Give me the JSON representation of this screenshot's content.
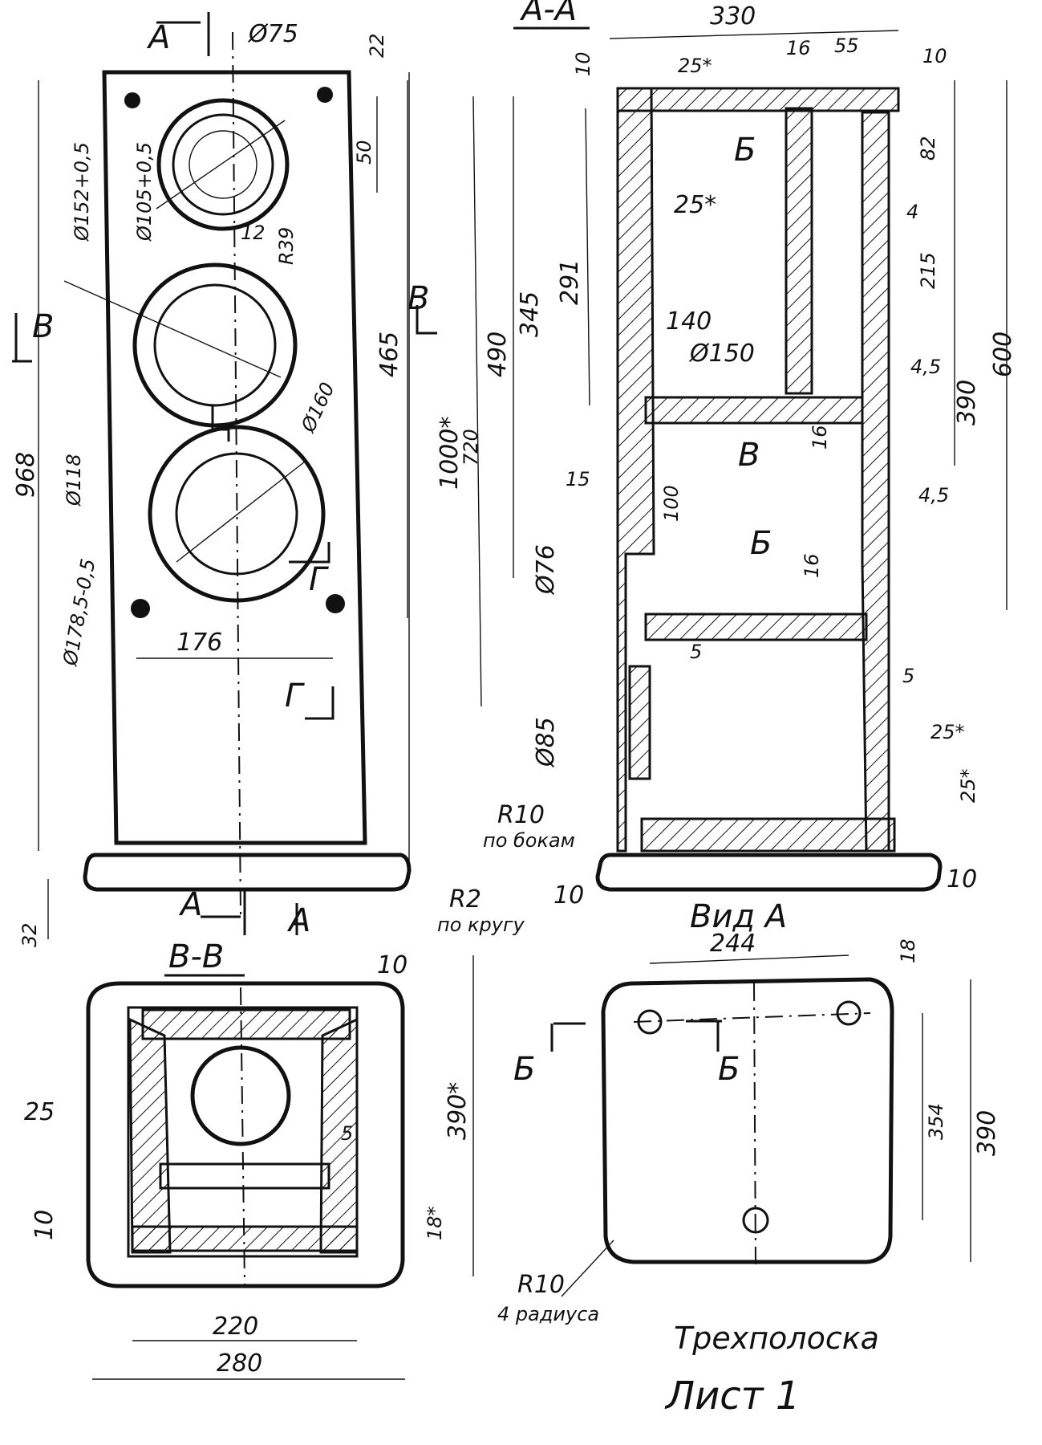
{
  "section_titles": {
    "section_aa": "А-А",
    "view_a_arrow": "А",
    "section_vv": "В-В",
    "view_a": "Вид А"
  },
  "cut_letters": {
    "a": "А",
    "b_cyr": "Б",
    "v": "В",
    "g": "Г"
  },
  "front_view": {
    "dims": [
      "Ø75",
      "22",
      "50",
      "Ø152+0,5",
      "Ø105+0,5",
      "12",
      "R39",
      "Ø118",
      "Ø160",
      "465",
      "1000*",
      "720",
      "968",
      "Ø178,5-0,5",
      "176",
      "32",
      "R2",
      "по кругу"
    ]
  },
  "section_aa": {
    "dims": [
      "330",
      "16",
      "55",
      "10",
      "10",
      "25*",
      "25*",
      "82",
      "4",
      "215",
      "291",
      "345",
      "490",
      "140",
      "Ø150",
      "390",
      "600",
      "4,5",
      "16",
      "15",
      "100",
      "4,5",
      "Ø76",
      "16",
      "5",
      "5",
      "Ø85",
      "25*",
      "25*",
      "R10",
      "по бокам",
      "10",
      "10"
    ]
  },
  "section_vv": {
    "dims": [
      "10",
      "25",
      "5",
      "390*",
      "10",
      "18*",
      "220",
      "280"
    ]
  },
  "view_a": {
    "dims": [
      "244",
      "18",
      "354",
      "390",
      "R10",
      "4 радиуса"
    ]
  },
  "caption": {
    "name": "Трехполоска",
    "sheet": "Лист 1"
  }
}
